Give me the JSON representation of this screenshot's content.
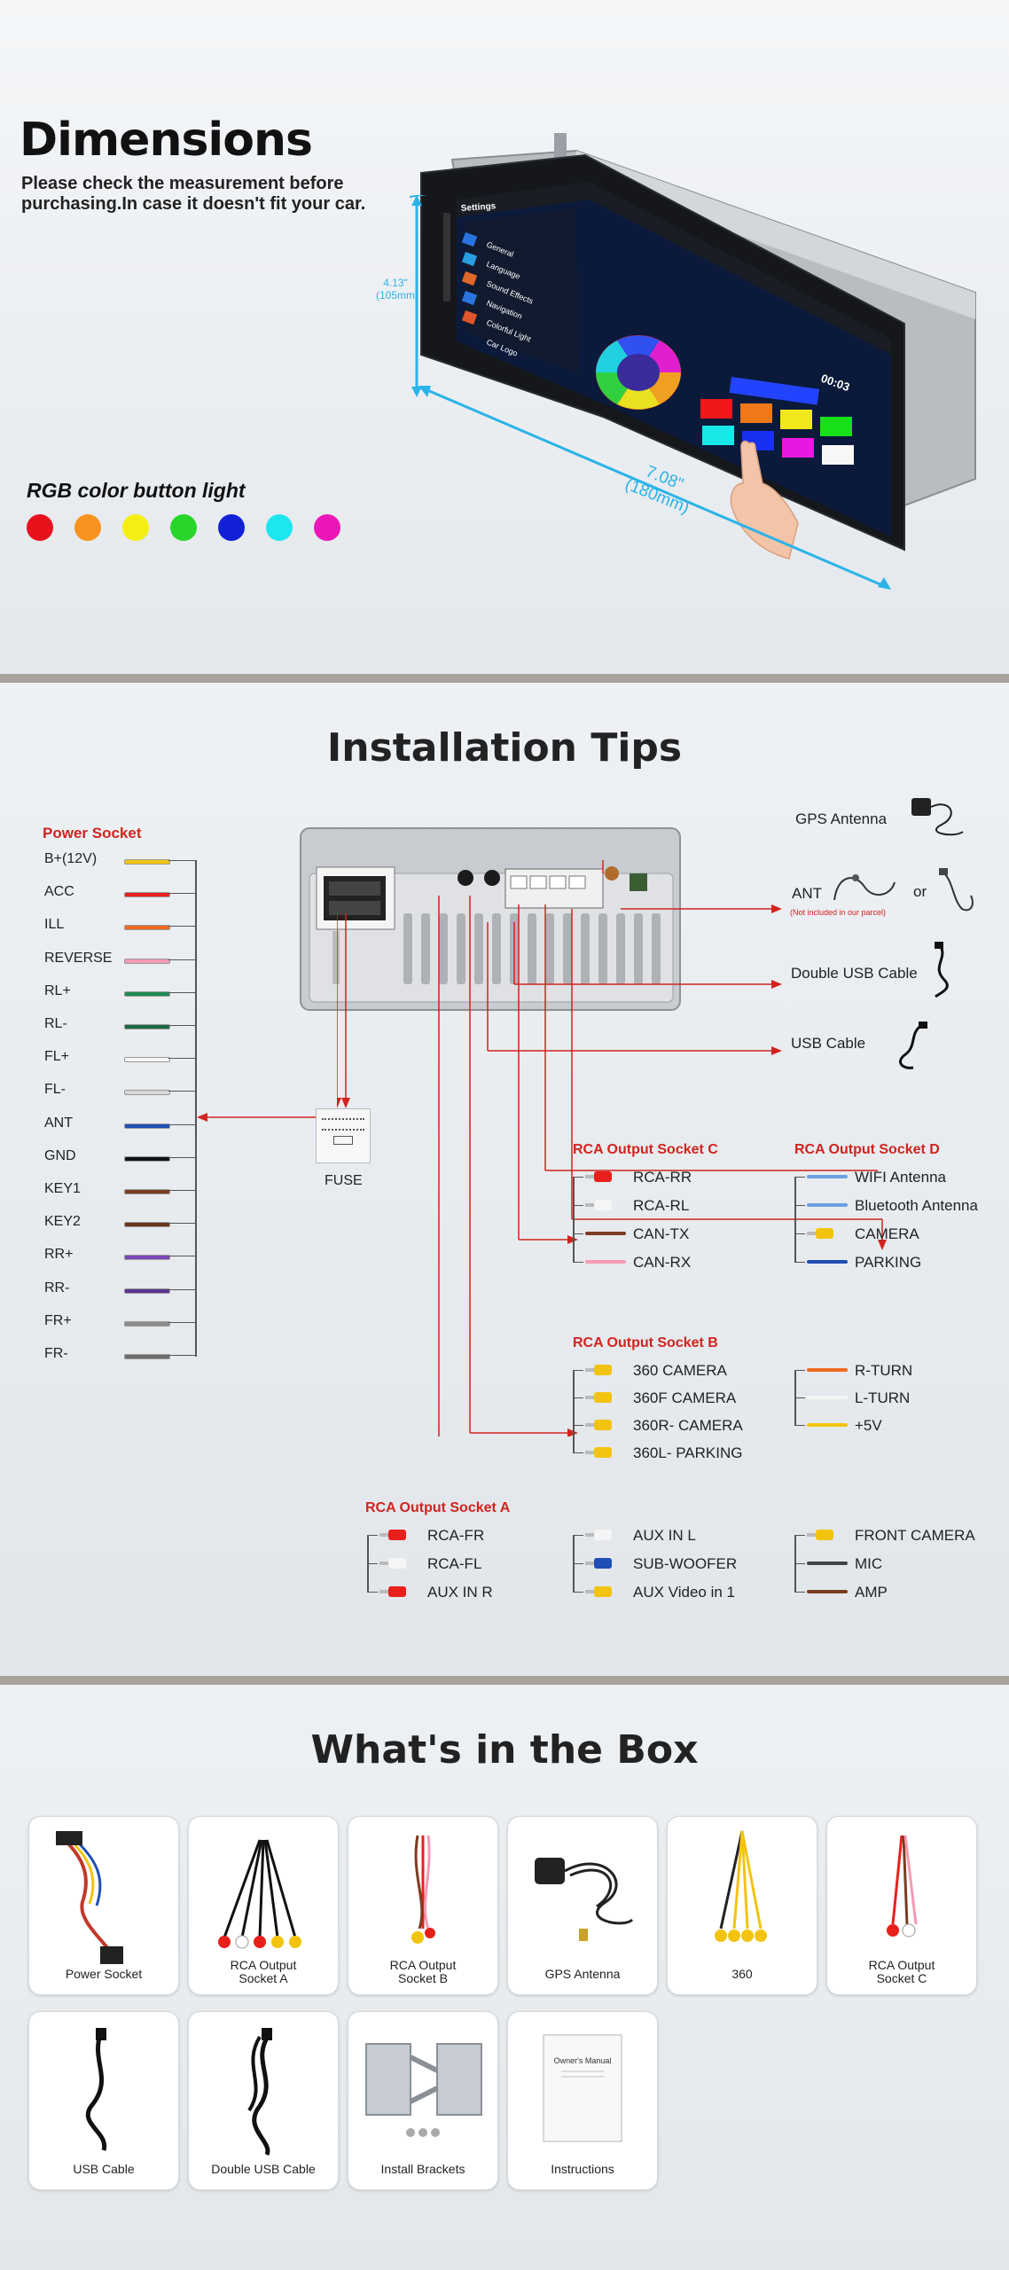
{
  "dimensions": {
    "title": "Dimensions",
    "subtitle": "Please check the measurement before purchasing.In case it doesn't fit your car.",
    "height_label": "4.13\"",
    "height_sub": "(105mm)",
    "width_label": "7.08\"",
    "width_sub": "(180mm)",
    "rgb_title": "RGB color button light",
    "rgb_colors": [
      "#e8121d",
      "#f7931e",
      "#f5ee14",
      "#28d62a",
      "#1220d6",
      "#1ee6ef",
      "#ec17b8"
    ],
    "screen": {
      "app_title": "Settings",
      "time": "00:03",
      "menu": [
        "General",
        "Language",
        "Sound Effects",
        "Navigation",
        "Colorful Light",
        "Car Logo"
      ]
    }
  },
  "installation": {
    "title": "Installation Tips",
    "power_socket": {
      "title": "Power Socket",
      "items": [
        {
          "label": "B+(12V)",
          "color": "#f2c40f"
        },
        {
          "label": "ACC",
          "color": "#e8201c"
        },
        {
          "label": "ILL",
          "color": "#f26a21"
        },
        {
          "label": "REVERSE",
          "color": "#f59bb3"
        },
        {
          "label": "RL+",
          "color": "#1f8a52"
        },
        {
          "label": "RL-",
          "color": "#1a6b3f"
        },
        {
          "label": "FL+",
          "color": "#f5f5f5"
        },
        {
          "label": "FL-",
          "color": "#d8d8d8"
        },
        {
          "label": "ANT",
          "color": "#1f4fb4"
        },
        {
          "label": "GND",
          "color": "#111111"
        },
        {
          "label": "KEY1",
          "color": "#7a3d20"
        },
        {
          "label": "KEY2",
          "color": "#6b3620"
        },
        {
          "label": "RR+",
          "color": "#7a45b8"
        },
        {
          "label": "RR-",
          "color": "#5b3392"
        },
        {
          "label": "FR+",
          "color": "#8c8c8c"
        },
        {
          "label": "FR-",
          "color": "#6e6e6e"
        }
      ]
    },
    "fuse_label": "FUSE",
    "gps_antenna": "GPS Antenna",
    "ant": "ANT",
    "ant_note": "(Not included in our parcel)",
    "ant_or": "or",
    "double_usb": "Double USB Cable",
    "usb": "USB Cable",
    "rca_c": {
      "title": "RCA Output Socket C",
      "items": [
        "RCA-RR",
        "RCA-RL",
        "CAN-TX",
        "CAN-RX"
      ]
    },
    "rca_d": {
      "title": "RCA Output Socket D",
      "items": [
        "WIFI Antenna",
        "Bluetooth Antenna",
        "CAMERA",
        "PARKING"
      ]
    },
    "rca_b": {
      "title": "RCA Output Socket B",
      "items_left": [
        "360 CAMERA",
        "360F CAMERA",
        "360R- CAMERA",
        "360L- PARKING"
      ],
      "items_right": [
        "R-TURN",
        "L-TURN",
        "+5V"
      ]
    },
    "rca_a": {
      "title": "RCA Output Socket A",
      "col1": [
        "RCA-FR",
        "RCA-FL",
        "AUX IN R"
      ],
      "col2": [
        "AUX IN L",
        "SUB-WOOFER",
        "AUX Video in 1"
      ],
      "col3": [
        "FRONT CAMERA",
        "MIC",
        "AMP"
      ]
    }
  },
  "box": {
    "title": "What's in the Box",
    "items": [
      {
        "label": "Power Socket"
      },
      {
        "label": "RCA Output",
        "label2": "Socket A"
      },
      {
        "label": "RCA Output",
        "label2": "Socket B"
      },
      {
        "label": "GPS Antenna"
      },
      {
        "label": "360"
      },
      {
        "label": "RCA Output",
        "label2": "Socket C"
      },
      {
        "label": "USB Cable"
      },
      {
        "label": "Double USB Cable"
      },
      {
        "label": "Install Brackets"
      },
      {
        "label": "Instructions"
      }
    ],
    "manual_title": "Owner's Manual"
  }
}
